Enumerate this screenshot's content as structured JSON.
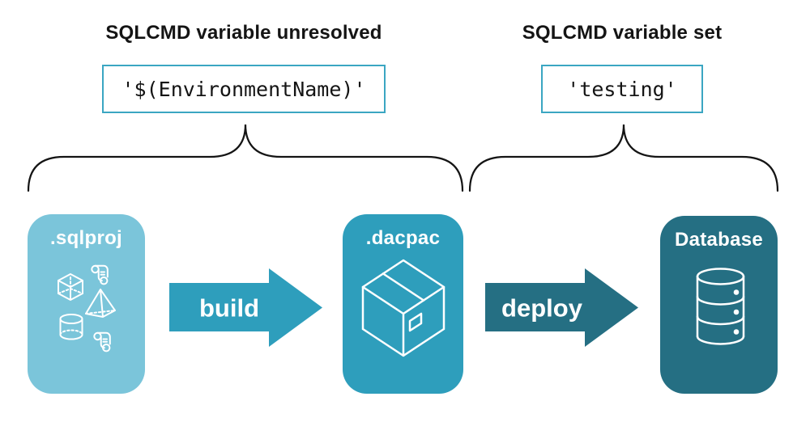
{
  "colors": {
    "card-light": "#7BC5DA",
    "card-mid": "#2E9EBC",
    "card-dark": "#256F83",
    "code-border": "#3BA6C2",
    "ink": "#141414"
  },
  "annotations": {
    "unresolved": {
      "heading": "SQLCMD variable unresolved",
      "code": "'$(EnvironmentName)'"
    },
    "set": {
      "heading": "SQLCMD variable set",
      "code": "'testing'"
    }
  },
  "pipeline": {
    "source": {
      "label": ".sqlproj"
    },
    "build": {
      "label": "build"
    },
    "artifact": {
      "label": ".dacpac"
    },
    "deploy": {
      "label": "deploy"
    },
    "target": {
      "label": "Database"
    }
  }
}
